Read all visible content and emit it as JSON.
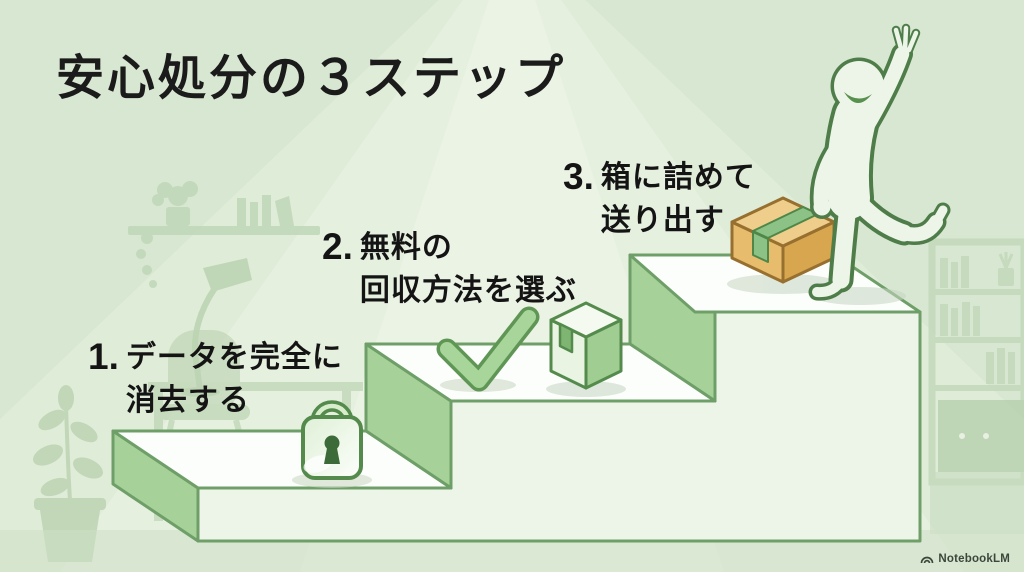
{
  "title": "安心処分の３ステップ",
  "steps": [
    {
      "number": "1.",
      "line1": "データを完全に",
      "line2": "消去する",
      "icon": "padlock-icon"
    },
    {
      "number": "2.",
      "line1": "無料の",
      "line2": "回収方法を選ぶ",
      "icon": "checkmark-icon parcel-box-icon"
    },
    {
      "number": "3.",
      "line1": "箱に詰めて",
      "line2": "送り出す",
      "icon": "cardboard-box-icon"
    }
  ],
  "illustration": {
    "type": "isometric-staircase-3-steps",
    "figure": "person-celebrating",
    "background_items": [
      "wall-shelf-with-books-and-plant",
      "desk-lamp",
      "chair",
      "desk",
      "potted-plant",
      "bookshelf",
      "cabinet"
    ]
  },
  "watermark": {
    "label": "NotebookLM",
    "logo": "notebooklm-arc-logo"
  },
  "palette": {
    "background": "#d8e7d1",
    "step_top": "#fcfefb",
    "step_side": "#a6d198",
    "step_front": "#edf5e8",
    "outline": "#6f9f68",
    "icon_outline": "#548b4d",
    "box_orange_light": "#efce8c",
    "box_orange": "#e7bc6d",
    "box_orange_dark": "#d8a64e",
    "tape_green": "#8cc285",
    "text": "#1b1b1b"
  }
}
